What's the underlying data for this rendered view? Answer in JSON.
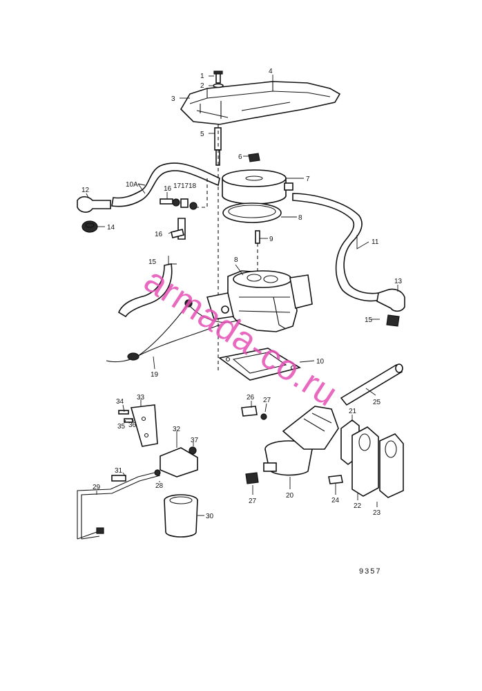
{
  "watermark": "armada-co.ru",
  "figure_number": "9357",
  "part_labels": [
    "1",
    "2",
    "3",
    "4",
    "5",
    "6",
    "7",
    "8",
    "9",
    "8",
    "10",
    "10A",
    "11",
    "12",
    "13",
    "14",
    "15",
    "15",
    "16",
    "16",
    "17",
    "17",
    "18",
    "19",
    "20",
    "21",
    "22",
    "23",
    "24",
    "25",
    "26",
    "27",
    "27",
    "28",
    "29",
    "30",
    "31",
    "32",
    "33",
    "34",
    "35",
    "36",
    "37"
  ]
}
